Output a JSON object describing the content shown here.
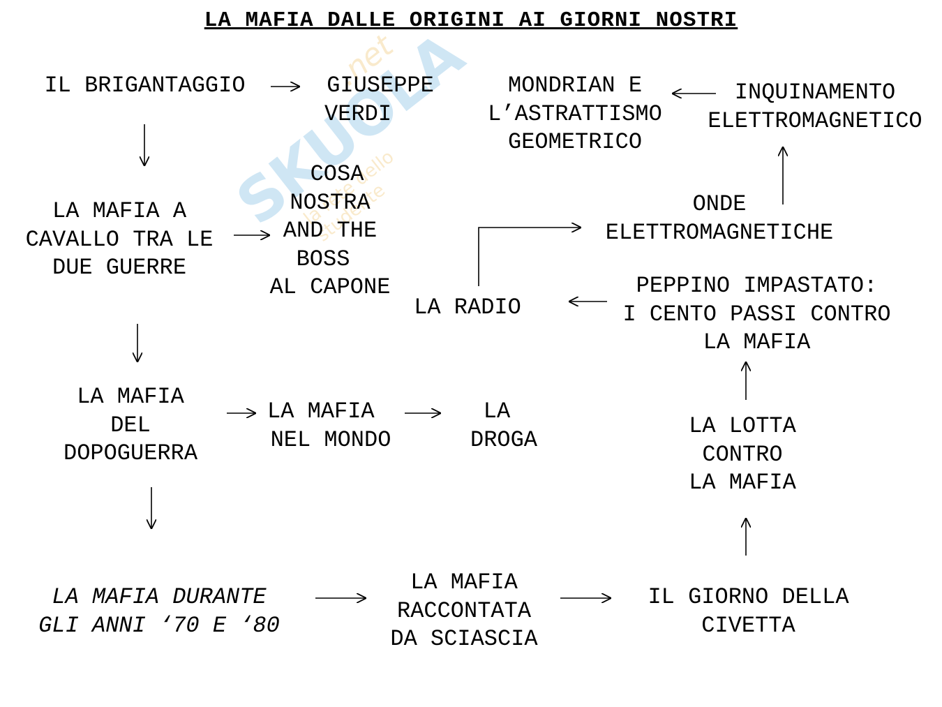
{
  "title": "LA MAFIA DALLE ORIGINI AI GIORNI NOSTRI",
  "watermark": {
    "main": "SKUOLA",
    "suffix": ".net",
    "sub": "la rete dello studente",
    "colors": {
      "main": "#2a8fd0",
      "accent": "#e8a21a"
    }
  },
  "nodes": {
    "brigantaggio": [
      "IL BRIGANTAGGIO"
    ],
    "verdi": [
      "GIUSEPPE",
      "VERDI"
    ],
    "mondrian": [
      "MONDRIAN E",
      "L’ASTRATTISMO",
      "GEOMETRICO"
    ],
    "inquinamento": [
      "INQUINAMENTO",
      "ELETTROMAGNETICO"
    ],
    "cosa_nostra": [
      "COSA",
      "NOSTRA",
      "AND THE",
      "BOSS",
      "AL CAPONE"
    ],
    "mafia_guerre": [
      "LA MAFIA A",
      "CAVALLO TRA LE",
      "DUE GUERRE"
    ],
    "onde": [
      "ONDE",
      "ELETTROMAGNETICHE"
    ],
    "radio": [
      "LA RADIO"
    ],
    "impastato": [
      "PEPPINO IMPASTATO:",
      "I CENTO PASSI CONTRO",
      "LA MAFIA"
    ],
    "dopoguerra": [
      "LA MAFIA",
      "DEL",
      "DOPOGUERRA"
    ],
    "mondo": [
      "LA MAFIA",
      "NEL MONDO"
    ],
    "droga": [
      "LA",
      "DROGA"
    ],
    "lotta": [
      "LA LOTTA",
      "CONTRO",
      "LA MAFIA"
    ],
    "anni_70_80": [
      "LA MAFIA DURANTE",
      "GLI ANNI ‘70 E ‘80"
    ],
    "sciascia": [
      "LA MAFIA",
      "RACCONTATA",
      "DA SCIASCIA"
    ],
    "civetta": [
      "IL GIORNO DELLA",
      "CIVETTA"
    ]
  },
  "edges": [
    {
      "from": "brigantaggio",
      "to": "verdi"
    },
    {
      "from": "brigantaggio",
      "to": "mafia_guerre"
    },
    {
      "from": "mafia_guerre",
      "to": "cosa_nostra"
    },
    {
      "from": "mafia_guerre",
      "to": "dopoguerra"
    },
    {
      "from": "dopoguerra",
      "to": "mondo"
    },
    {
      "from": "mondo",
      "to": "droga"
    },
    {
      "from": "dopoguerra",
      "to": "anni_70_80"
    },
    {
      "from": "anni_70_80",
      "to": "sciascia"
    },
    {
      "from": "sciascia",
      "to": "civetta"
    },
    {
      "from": "civetta",
      "to": "lotta"
    },
    {
      "from": "lotta",
      "to": "impastato"
    },
    {
      "from": "impastato",
      "to": "radio"
    },
    {
      "from": "radio",
      "to": "onde"
    },
    {
      "from": "onde",
      "to": "inquinamento"
    },
    {
      "from": "inquinamento",
      "to": "mondrian"
    }
  ]
}
